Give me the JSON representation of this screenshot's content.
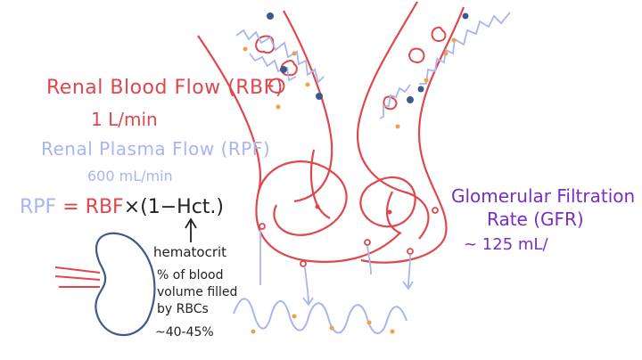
{
  "renal_blood_flow": {
    "title": "Renal Blood Flow (RBF)",
    "value": "1 L/min"
  },
  "renal_plasma_flow": {
    "title": "Renal Plasma Flow (RPF)",
    "value": "600 mL/min"
  },
  "formula": {
    "lhs": "RPF",
    "equals": "=",
    "rbf": "RBF",
    "rest": "×(1−Hct.)"
  },
  "hematocrit": {
    "label": "hematocrit",
    "definition": "% of blood volume filled by RBCs",
    "range": "~40-45%"
  },
  "gfr": {
    "line1": "Glomerular Filtration",
    "line2": "Rate (GFR)",
    "value": "~ 125 mL/"
  },
  "colors": {
    "vessel": "#e0474c",
    "plasma": "#a9b5f0",
    "gfr": "#7a2dc4",
    "kidney": "#3c5a8c",
    "particle_orange": "#f0a04b",
    "particle_blue": "#3c5a8c"
  }
}
